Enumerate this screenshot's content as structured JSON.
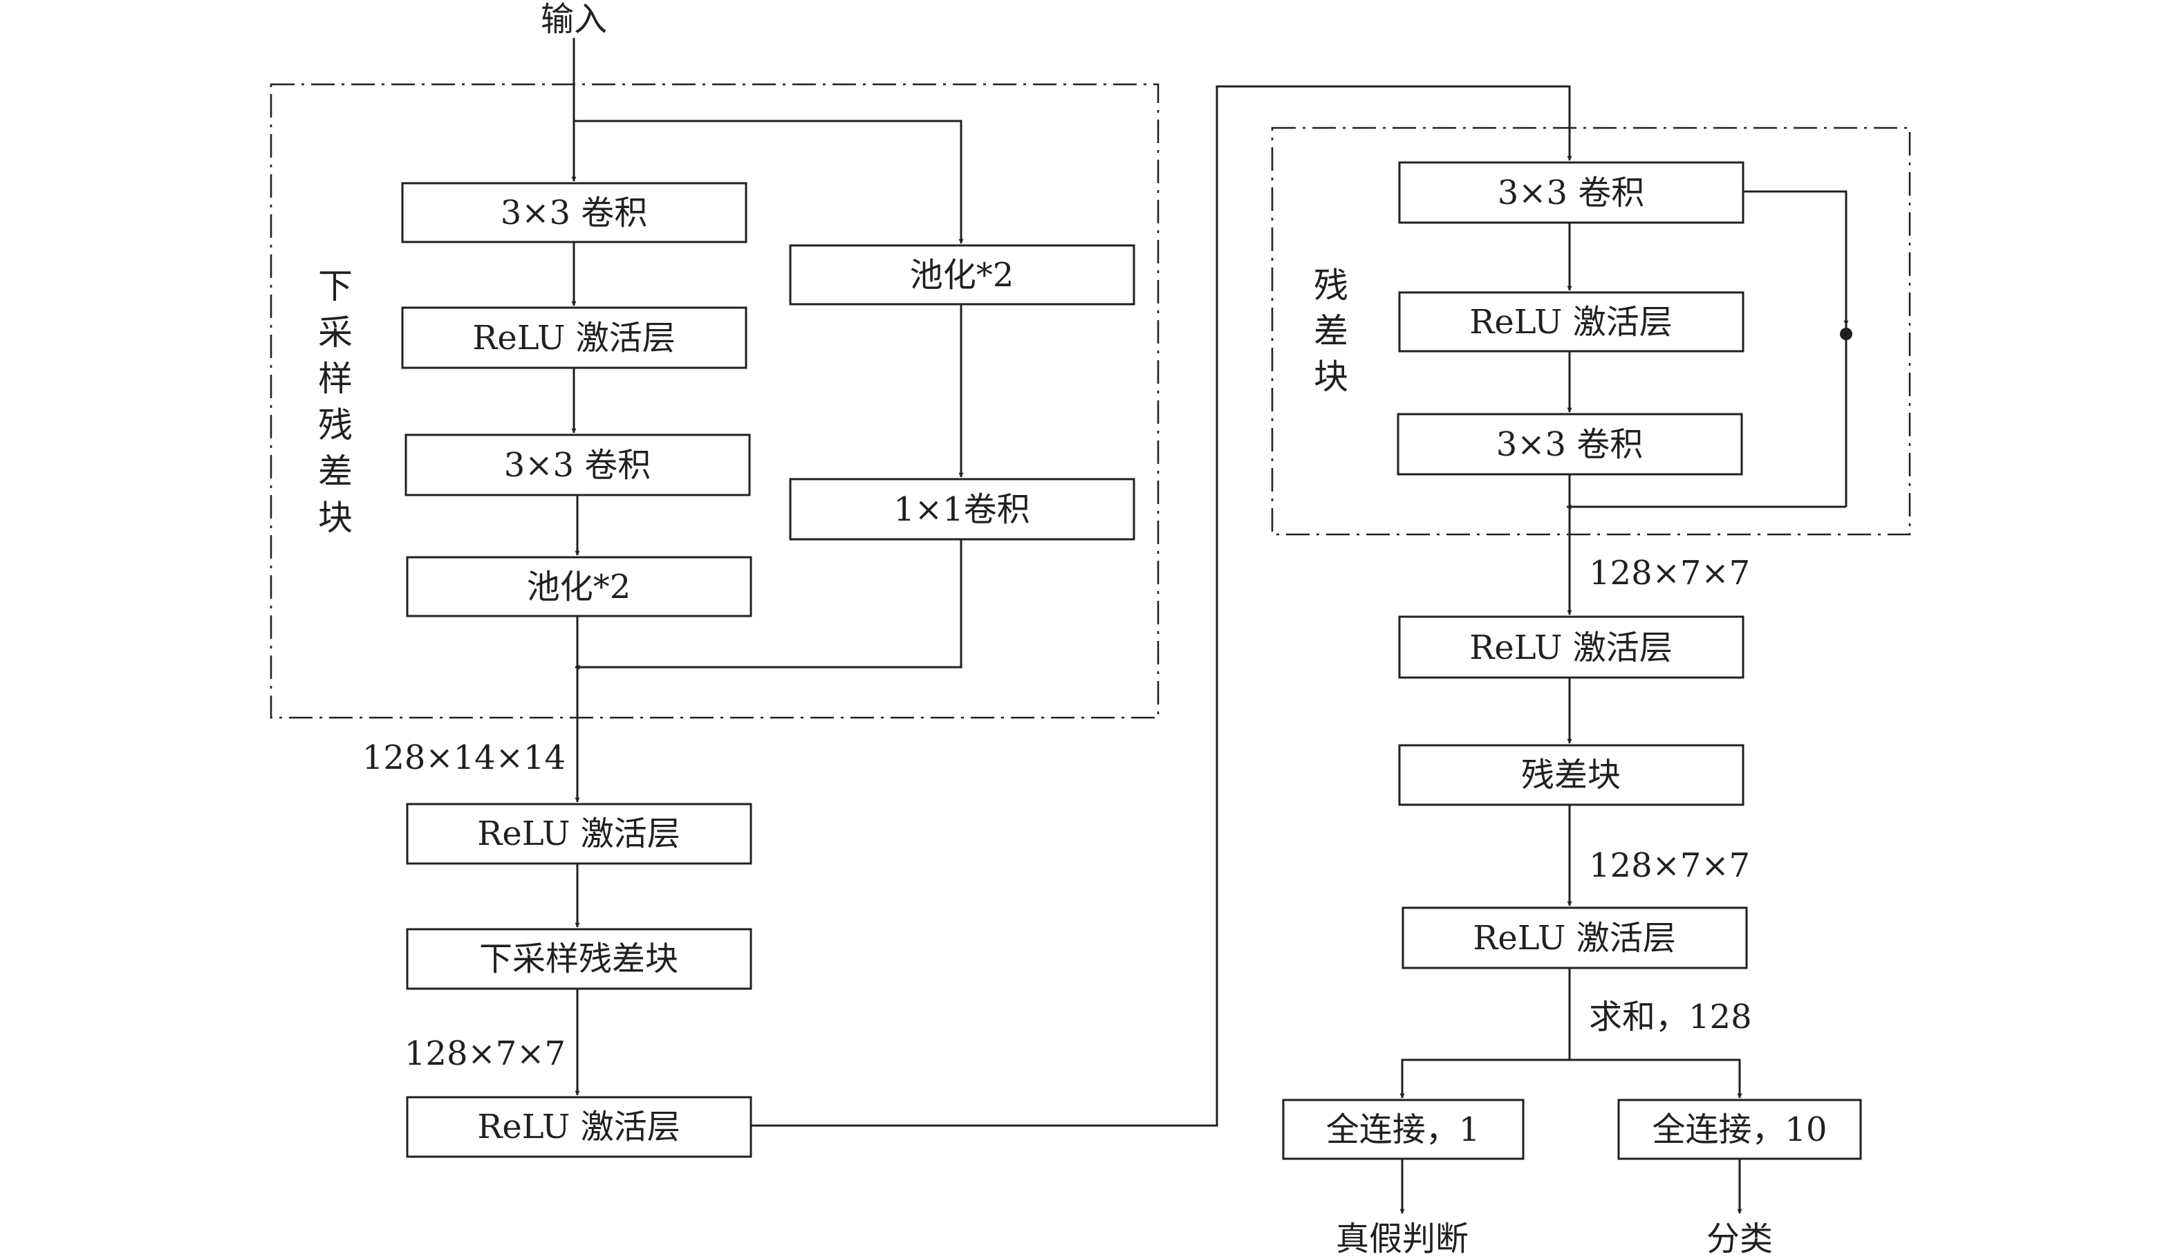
{
  "input_label": "输入",
  "downsample_block": {
    "title_chars": [
      "下",
      "采",
      "样",
      "残",
      "差",
      "块"
    ],
    "conv1": "3×3 卷积",
    "relu": "ReLU 激活层",
    "conv2": "3×3 卷积",
    "pool_main": "池化*2",
    "pool_skip": "池化*2",
    "conv1x1": "1×1卷积"
  },
  "left_column": {
    "shape_1": "128×14×14",
    "relu_1": "ReLU 激活层",
    "downsample": "下采样残差块",
    "shape_2": "128×7×7",
    "relu_2": "ReLU 激活层"
  },
  "residual_block": {
    "title_chars": [
      "残",
      "差",
      "块"
    ],
    "conv1": "3×3 卷积",
    "relu": "ReLU 激活层",
    "conv2": "3×3 卷积"
  },
  "right_column": {
    "shape_1": "128×7×7",
    "relu_1": "ReLU 激活层",
    "residual": "残差块",
    "shape_2": "128×7×7",
    "relu_2": "ReLU 激活层",
    "sum": "求和，128",
    "fc_1": "全连接，1",
    "fc_10": "全连接，10",
    "out_real_fake": "真假判断",
    "out_class": "分类"
  }
}
